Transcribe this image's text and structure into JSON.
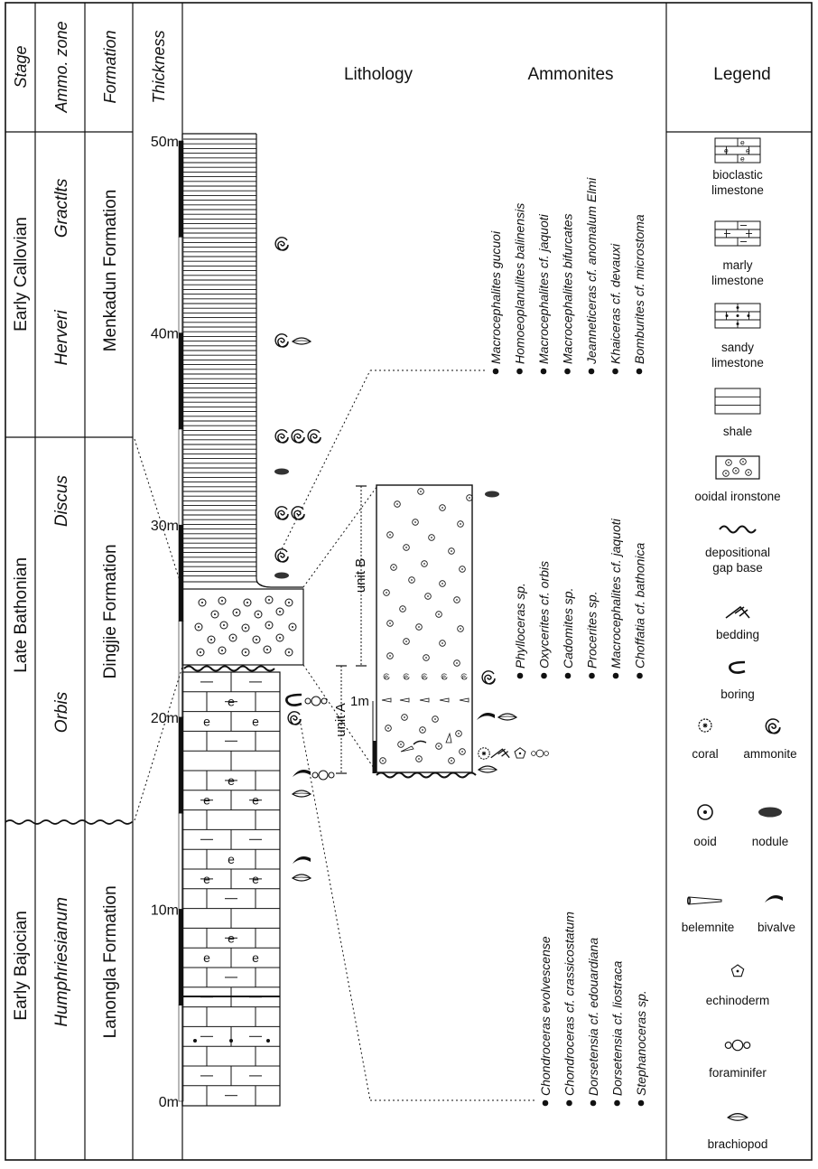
{
  "headers": {
    "stage": "Stage",
    "ammo_zone": "Ammo. zone",
    "formation": "Formation",
    "thickness": "Thickness",
    "lithology": "Lithology",
    "ammonites": "Ammonites",
    "legend": "Legend"
  },
  "stages": [
    {
      "name": "Early Callovian",
      "top_m": 50,
      "bottom_m": 36.5
    },
    {
      "name": "Late Bathonian",
      "top_m": 36.5,
      "bottom_m": 14.5
    },
    {
      "name": "Early Bajocian",
      "top_m": 14.5,
      "bottom_m": 0
    }
  ],
  "zones": [
    {
      "name": "Gractlts",
      "top_m": 50,
      "bottom_m": 43
    },
    {
      "name": "Herveri",
      "top_m": 43,
      "bottom_m": 36.5
    },
    {
      "name": "Discus",
      "top_m": 36.5,
      "bottom_m": 26
    },
    {
      "name": "Orbis",
      "top_m": 26,
      "bottom_m": 14.5
    },
    {
      "name": "Humphriesianum",
      "top_m": 14.5,
      "bottom_m": 0
    }
  ],
  "formations": [
    {
      "name": "Menkadun Formation",
      "top_m": 50,
      "bottom_m": 36.5
    },
    {
      "name": "Dingjie Formation",
      "top_m": 36.5,
      "bottom_m": 14.5
    },
    {
      "name": "Lanongla Formation",
      "top_m": 14.5,
      "bottom_m": 0
    }
  ],
  "thickness_ticks": [
    {
      "label": "50m",
      "value": 50
    },
    {
      "label": "40m",
      "value": 40
    },
    {
      "label": "30m",
      "value": 30
    },
    {
      "label": "20m",
      "value": 20
    },
    {
      "label": "10m",
      "value": 10
    },
    {
      "label": "0m",
      "value": 0
    }
  ],
  "detail_labels": {
    "unit_a": "unit A",
    "unit_b": "unit B",
    "scale_1m": "1m"
  },
  "ammonite_lists": {
    "upper": [
      "Macrocephalites gucuoi",
      "Homoeoplanulites balinensis",
      "Macrocephalites cf. jaquoti",
      "Macrocephalites bifurcates",
      "Jeanneticeras cf. anomalum Elmi",
      "Khaiceras cf. devauxi",
      "Bomburites cf. microstoma"
    ],
    "middle": [
      "Phylloceras sp.",
      "Oxycerites cf. orbis",
      "Cadomites sp.",
      "Procerites sp.",
      "Macrocephalites cf. jaquoti",
      "Choffatia cf. bathonica"
    ],
    "lower": [
      "Chondroceras evolvescense",
      "Chondroceras cf. crassicostatum",
      "Dorsetensia cf. edouardiana",
      "Dorsetensia cf. liostraca",
      "Stephanoceras sp."
    ]
  },
  "legend": [
    {
      "label": "bioclastic limestone",
      "icon": "bioclastic-limestone-icon"
    },
    {
      "label": "marly limestone",
      "icon": "marly-limestone-icon"
    },
    {
      "label": "sandy limestone",
      "icon": "sandy-limestone-icon"
    },
    {
      "label": "shale",
      "icon": "shale-icon"
    },
    {
      "label": "ooidal ironstone",
      "icon": "ooidal-ironstone-icon"
    },
    {
      "label": "depositional gap base",
      "icon": "wavy-line-icon"
    },
    {
      "label": "bedding",
      "icon": "bedding-icon"
    },
    {
      "label": "boring",
      "icon": "boring-icon"
    },
    {
      "label": "coral",
      "icon": "coral-icon"
    },
    {
      "label": "ammonite",
      "icon": "ammonite-icon"
    },
    {
      "label": "ooid",
      "icon": "ooid-icon"
    },
    {
      "label": "nodule",
      "icon": "nodule-icon"
    },
    {
      "label": "belemnite",
      "icon": "belemnite-icon"
    },
    {
      "label": "bivalve",
      "icon": "bivalve-icon"
    },
    {
      "label": "echinoderm",
      "icon": "echinoderm-icon"
    },
    {
      "label": "foraminifer",
      "icon": "foraminifer-icon"
    },
    {
      "label": "brachiopod",
      "icon": "brachiopod-icon"
    }
  ]
}
